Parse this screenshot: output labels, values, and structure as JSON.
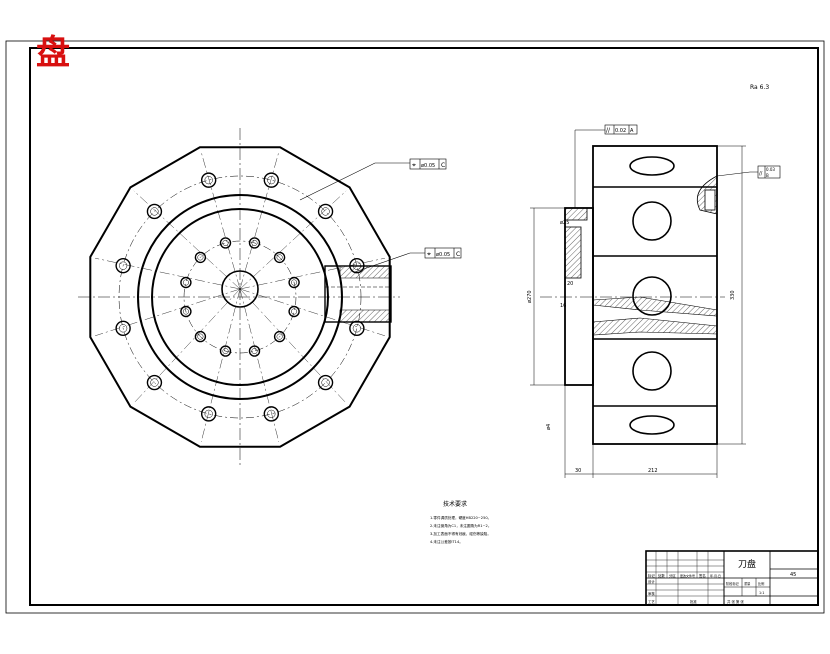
{
  "stamp": {
    "text": "盘",
    "color": "#d81010"
  },
  "roughness_note": "Ra 6.3",
  "callouts": {
    "pcd_holes": {
      "symbol": "⌖",
      "value": "ø0.05",
      "datum": "C"
    },
    "outer_hole": {
      "symbol": "⌖",
      "value": "ø0.05",
      "datum": "C"
    },
    "top_flatness": {
      "symbol": "//",
      "value": "0.02",
      "datum": "A"
    },
    "right_parallel": {
      "symbol": "//",
      "value": "0.03",
      "datum": "B"
    }
  },
  "dimensions": {
    "width_flange": "30",
    "width_body": "212",
    "height_left": "ø270",
    "height_right": "330",
    "small_dia": "ø25",
    "side_dim": "ø4",
    "depth_a": "20",
    "depth_b": "16"
  },
  "tech_requirements": {
    "title": "技术要求",
    "lines": [
      "1.零件调质处理，硬度HB220~250。",
      "2.未注倒角为C1，未注圆角为R1~2。",
      "3.加工表面不得有划痕、碰伤等缺陷。",
      "4.未注公差按IT14。"
    ]
  },
  "title_block": {
    "name": "刀盘",
    "material": "45",
    "scale": "1:1",
    "col_labels": [
      "标记",
      "处数",
      "分区",
      "更改文件号",
      "签名",
      "年.月.日"
    ],
    "row_labels": [
      "设计",
      "审核",
      "工艺",
      "批准"
    ],
    "stage": "阶段标记",
    "weight": "重量",
    "ratio": "比例",
    "sheet": "共 张 第 张"
  }
}
